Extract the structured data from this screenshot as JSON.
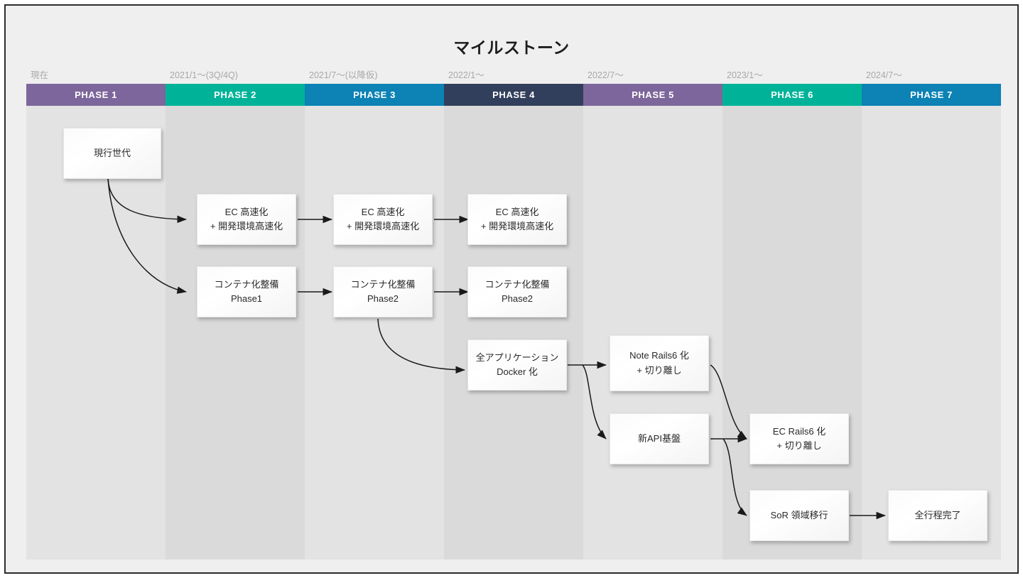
{
  "page": {
    "title": "マイルストーン",
    "accent_colors": {
      "purple": "#7d669b",
      "teal": "#00b398",
      "blue": "#0c82b5",
      "navy": "#323f5c",
      "column_light": "#e3e3e3",
      "column_dark": "#dadada",
      "canvas": "#efefef"
    }
  },
  "timeline": {
    "columns": [
      {
        "date": "現在",
        "phase": "PHASE 1",
        "color": "#7d669b"
      },
      {
        "date": "2021/1〜(3Q/4Q)",
        "phase": "PHASE 2",
        "color": "#00b398"
      },
      {
        "date": "2021/7〜(以降仮)",
        "phase": "PHASE 3",
        "color": "#0c82b5"
      },
      {
        "date": "2022/1〜",
        "phase": "PHASE 4",
        "color": "#323f5c"
      },
      {
        "date": "2022/7〜",
        "phase": "PHASE 5",
        "color": "#7d669b"
      },
      {
        "date": "2023/1〜",
        "phase": "PHASE 6",
        "color": "#00b398"
      },
      {
        "date": "2024/7〜",
        "phase": "PHASE 7",
        "color": "#0c82b5"
      }
    ]
  },
  "cards": [
    {
      "id": "current-generation",
      "lines": [
        "現行世代"
      ]
    },
    {
      "id": "ec-speedup-p2",
      "lines": [
        "EC 高速化",
        "+ 開発環境高速化"
      ]
    },
    {
      "id": "ec-speedup-p3",
      "lines": [
        "EC 高速化",
        "+ 開発環境高速化"
      ]
    },
    {
      "id": "ec-speedup-p4",
      "lines": [
        "EC 高速化",
        "+ 開発環境高速化"
      ]
    },
    {
      "id": "containerize-p1",
      "lines": [
        "コンテナ化整備",
        "Phase1"
      ]
    },
    {
      "id": "containerize-p2",
      "lines": [
        "コンテナ化整備",
        "Phase2"
      ]
    },
    {
      "id": "containerize-p2b",
      "lines": [
        "コンテナ化整備",
        "Phase2"
      ]
    },
    {
      "id": "all-apps-docker",
      "lines": [
        "全アプリケーション",
        "Docker 化"
      ]
    },
    {
      "id": "note-rails6",
      "lines": [
        "Note Rails6 化",
        "+ 切り離し"
      ]
    },
    {
      "id": "new-api-platform",
      "lines": [
        "新API基盤"
      ]
    },
    {
      "id": "ec-rails6",
      "lines": [
        "EC Rails6 化",
        "+ 切り離し"
      ]
    },
    {
      "id": "sor-migration",
      "lines": [
        "SoR 領域移行"
      ]
    },
    {
      "id": "all-complete",
      "lines": [
        "全行程完了"
      ]
    }
  ]
}
